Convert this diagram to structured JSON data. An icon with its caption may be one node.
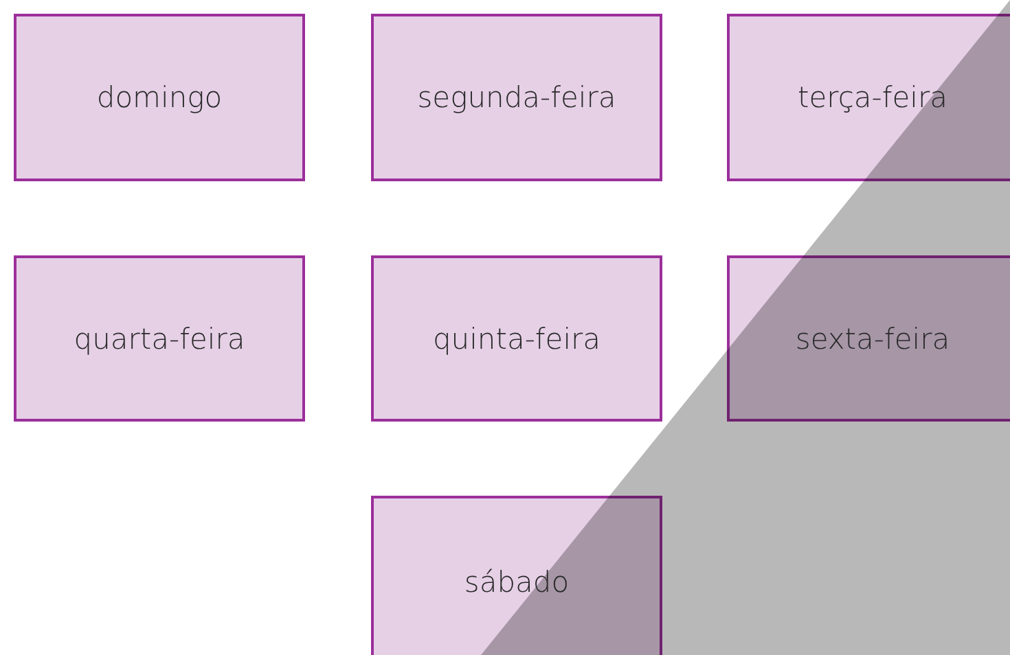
{
  "diagram": {
    "nodes": [
      {
        "text": [
          "domingo"
        ]
      },
      {
        "text": [
          "segunda-feira"
        ]
      },
      {
        "text": [
          "terça-feira"
        ]
      },
      {
        "text": [
          "quarta-feira"
        ]
      },
      {
        "text": [
          "quinta-feira"
        ]
      },
      {
        "text": [
          "sexta-feira"
        ]
      },
      {
        "text": [
          "sábado"
        ]
      }
    ],
    "edges": []
  }
}
